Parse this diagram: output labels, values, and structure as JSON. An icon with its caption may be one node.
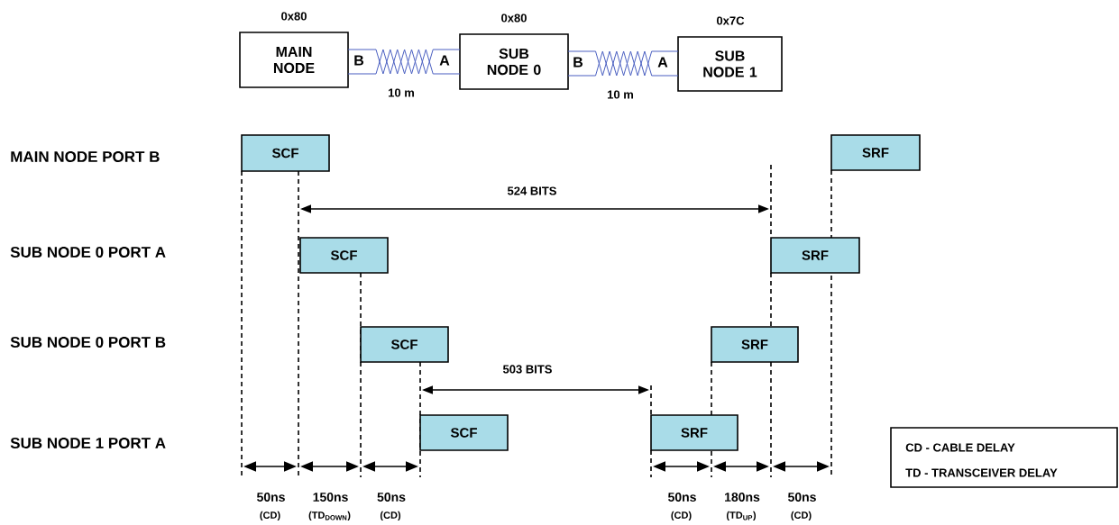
{
  "diagram": {
    "nodes": [
      {
        "text": [
          "MAIN NODE"
        ],
        "beside": [
          "0x80"
        ]
      },
      {
        "text": [
          "SUB NODE 0"
        ],
        "beside": [
          "0x80"
        ]
      },
      {
        "text": [
          "SUB NODE 1"
        ],
        "beside": [
          "0x7C"
        ]
      },
      {
        "text": [
          "SCF"
        ]
      },
      {
        "text": [
          "SRF"
        ]
      },
      {
        "text": [
          "SCF"
        ]
      },
      {
        "text": [
          "SRF"
        ]
      },
      {
        "text": [
          "SCF"
        ]
      },
      {
        "text": [
          "SRF"
        ]
      },
      {
        "text": [
          "SCF"
        ]
      },
      {
        "text": [
          "SRF"
        ]
      }
    ],
    "edges": [
      {
        "from": 0,
        "to": 1,
        "arrow": "none",
        "label": "10 m"
      },
      {
        "from": 1,
        "to": 2,
        "arrow": "none",
        "label": "10 m"
      }
    ],
    "labels": [
      "B",
      "A",
      "B",
      "A",
      "MAIN NODE PORT B",
      "524 BITS",
      "SUB NODE 0 PORT A",
      "SUB NODE 0 PORT B",
      "503 BITS",
      "SUB NODE 1 PORT A",
      "50ns",
      "150ns",
      "50ns",
      "50ns",
      "180ns",
      "50ns",
      "(CD)",
      "(TD$_{DOWN}$)",
      "(CD)",
      "(CD)",
      "(TD$_{UP}$)",
      "(CD)"
    ],
    "legend": [
      {
        "text": "CD  - CABLE DELAY"
      },
      {
        "text": "TD  - TRANSCEIVER DELAY"
      }
    ]
  }
}
